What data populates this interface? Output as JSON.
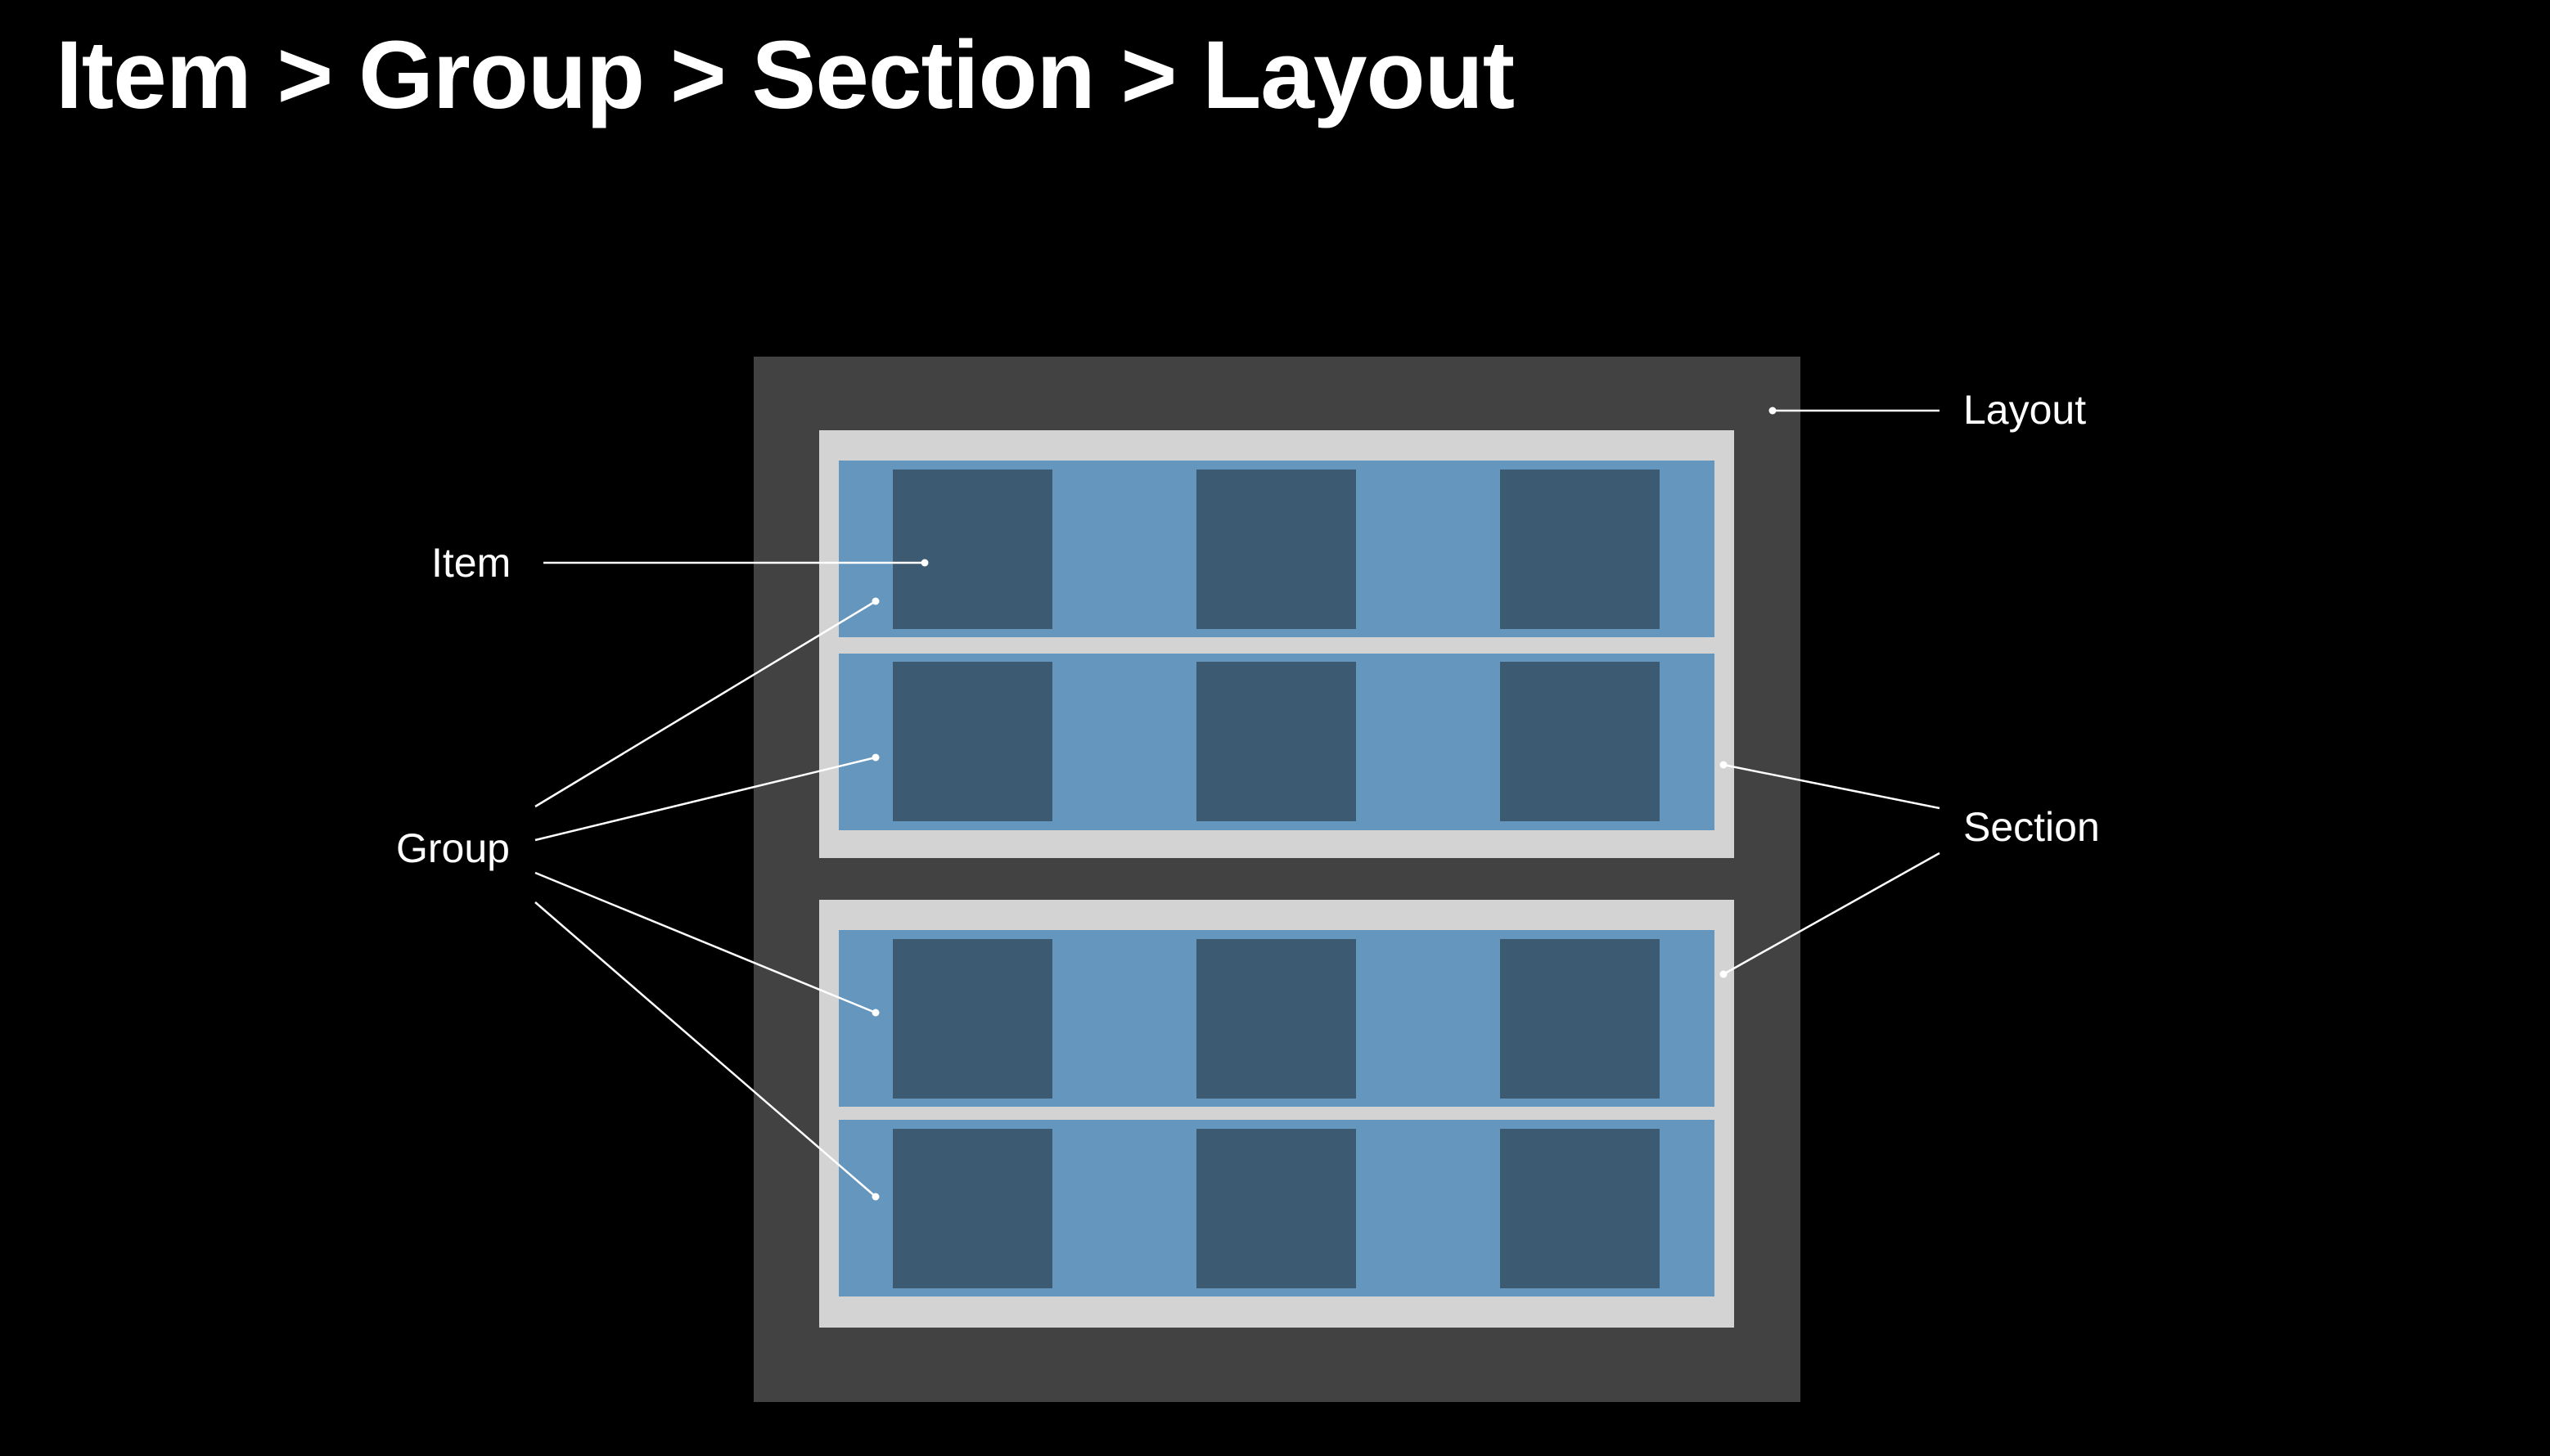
{
  "title": "Item > Group > Section > Layout",
  "labels": {
    "item": "Item",
    "group": "Group",
    "section": "Section",
    "layout": "Layout"
  },
  "structure": {
    "sections": 2,
    "groups_per_section": 2,
    "items_per_group": 3
  },
  "colors": {
    "background": "#000000",
    "layout": "#424242",
    "section": "#d3d3d3",
    "group": "#6496be",
    "item": "#3d5a73",
    "text": "#ffffff",
    "line": "#ffffff"
  }
}
